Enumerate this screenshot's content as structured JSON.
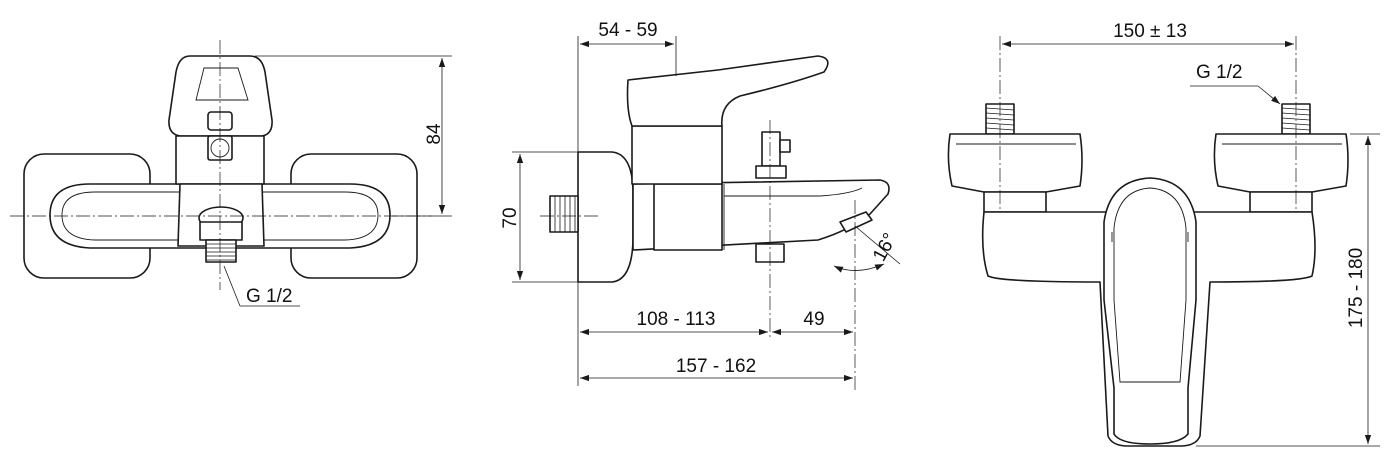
{
  "front_view": {
    "thread_label": "G 1/2",
    "height_label": "84"
  },
  "side_view": {
    "lever_offset_label": "54 - 59",
    "height_label": "70",
    "body_length_label": "108 - 113",
    "spout_reach_label": "49",
    "total_length_label": "157 - 162",
    "angle_label": "16°"
  },
  "back_view": {
    "centers_label": "150 ± 13",
    "thread_label": "G 1/2",
    "height_label": "175 - 180"
  }
}
